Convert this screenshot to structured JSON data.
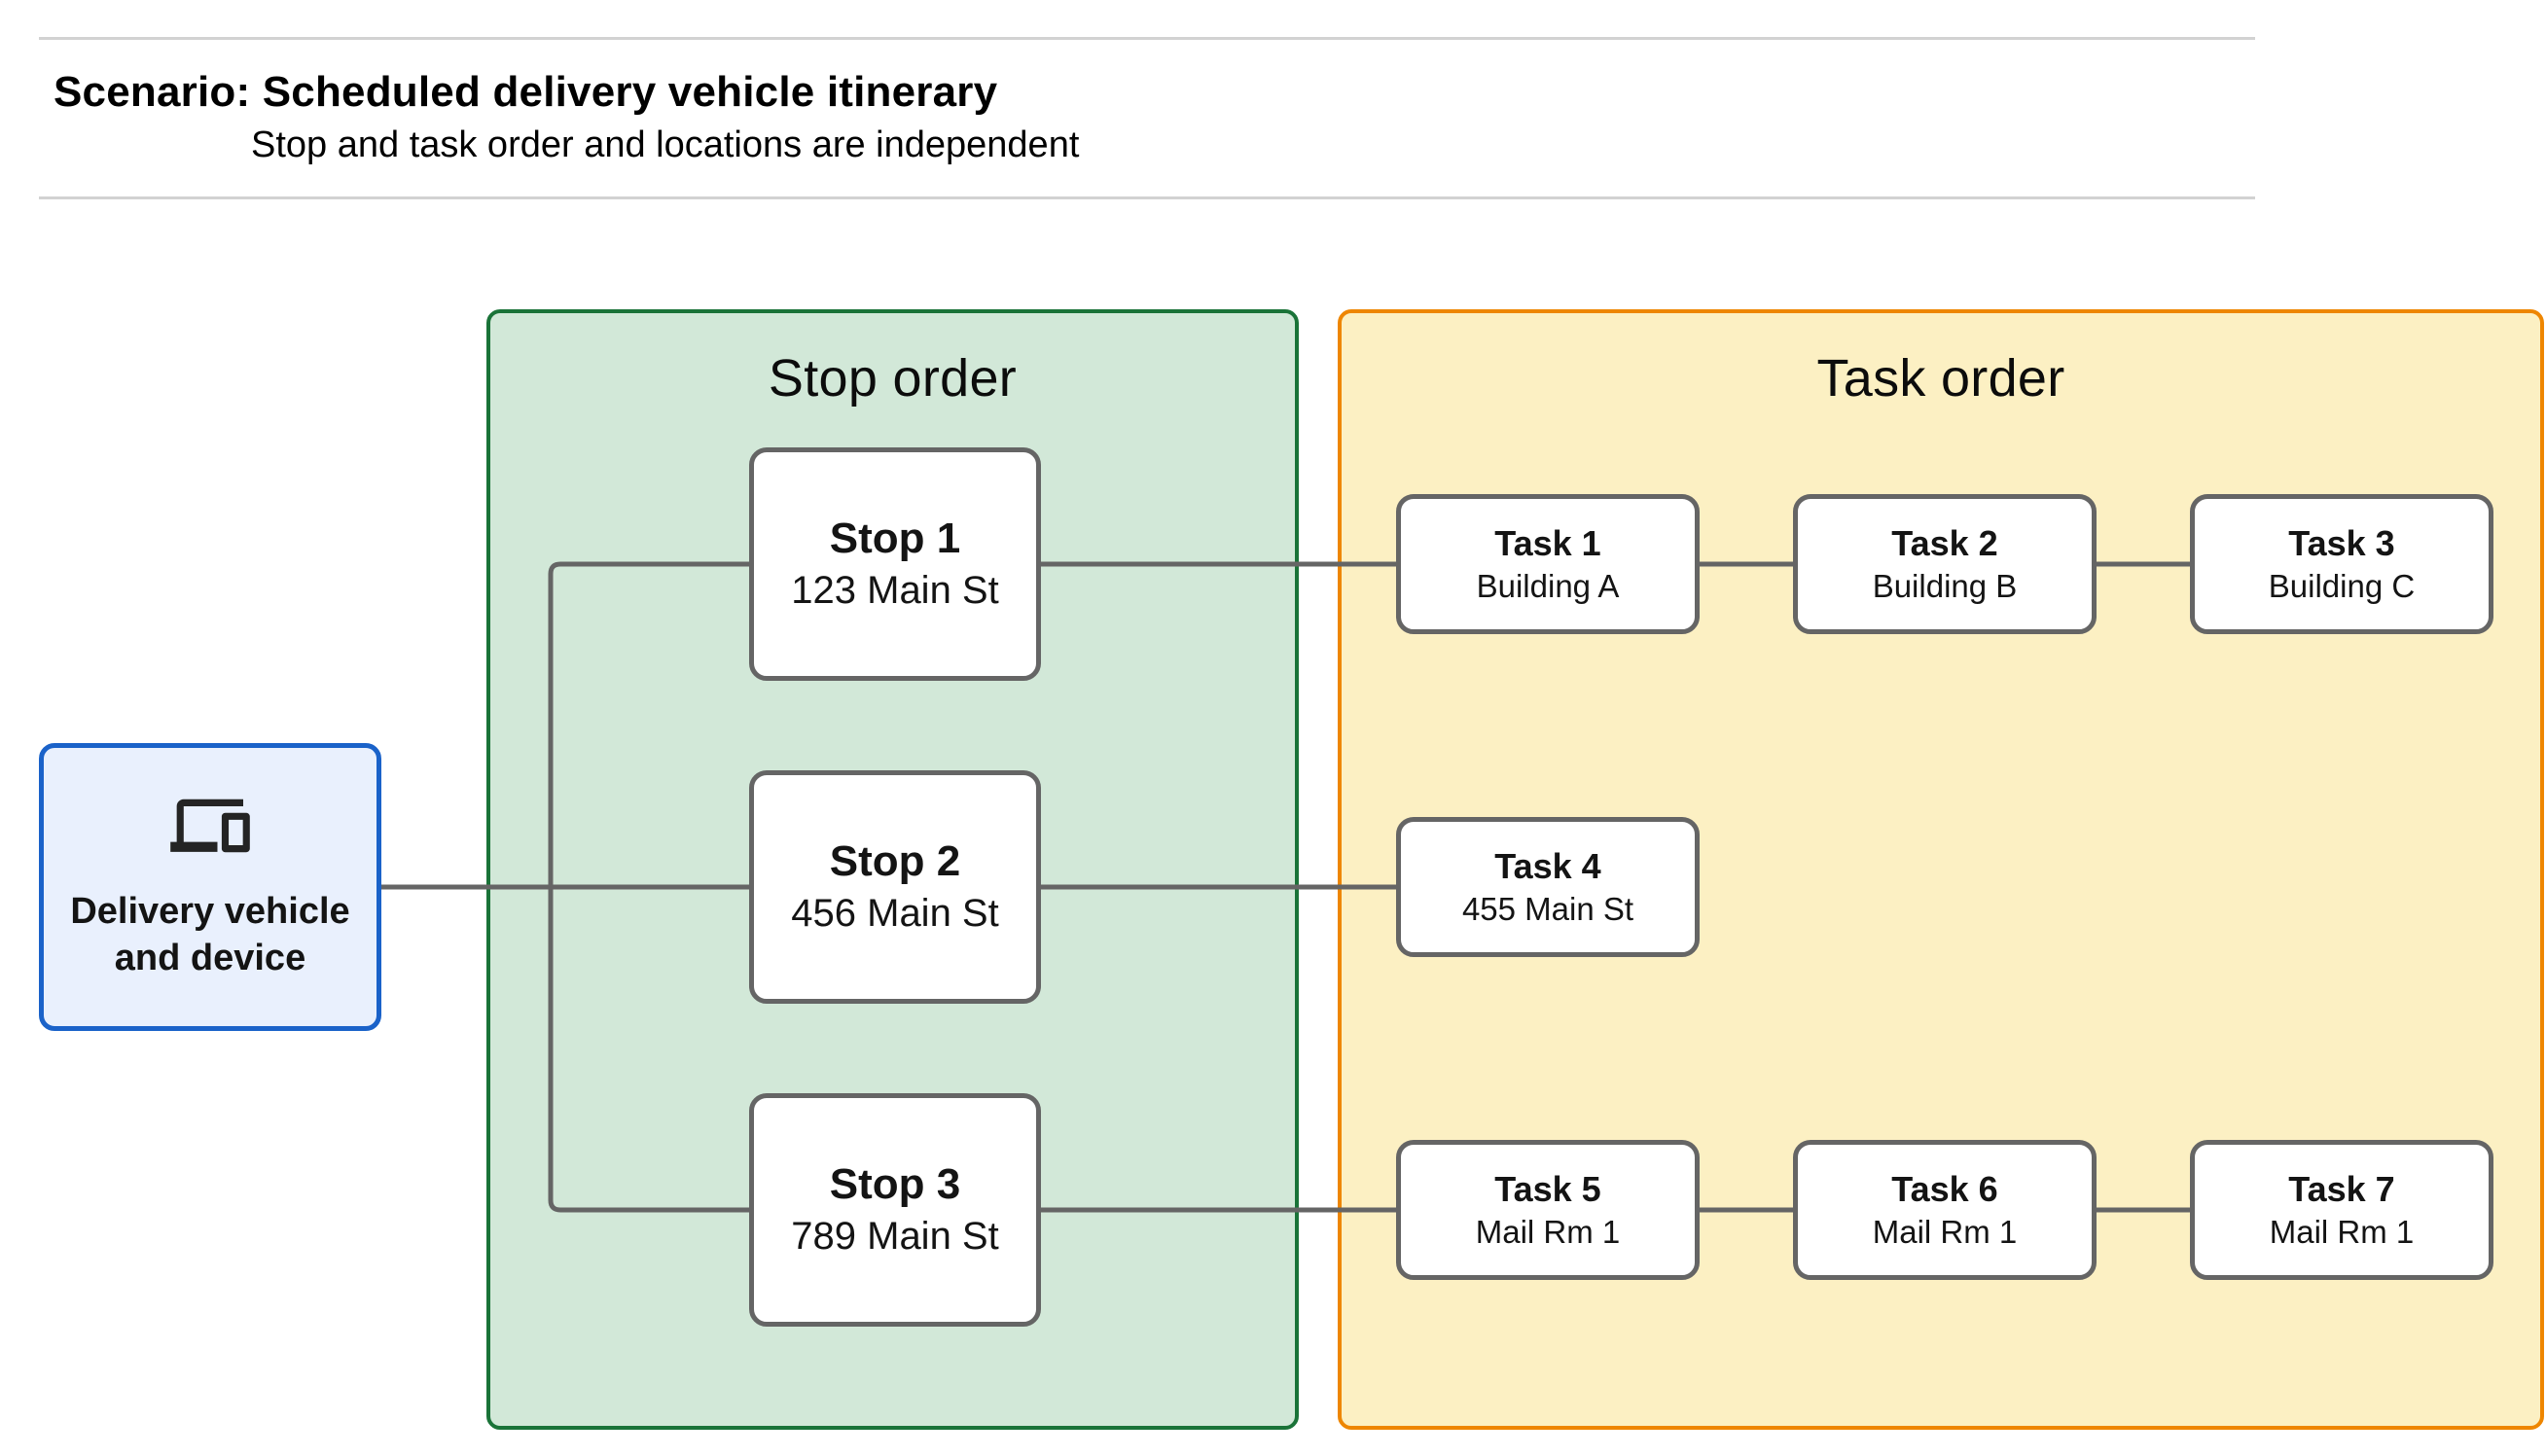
{
  "header": {
    "title": "Scenario: Scheduled delivery vehicle itinerary",
    "subtitle": "Stop and task order and locations are independent"
  },
  "vehicle_node": {
    "icon": "devices-icon",
    "label_line1": "Delivery vehicle",
    "label_line2": "and device"
  },
  "stop_group": {
    "label": "Stop order",
    "stops": [
      {
        "title": "Stop 1",
        "location": "123 Main St"
      },
      {
        "title": "Stop 2",
        "location": "456 Main St"
      },
      {
        "title": "Stop 3",
        "location": "789 Main St"
      }
    ]
  },
  "task_group": {
    "label": "Task order",
    "tasks": [
      {
        "title": "Task 1",
        "location": "Building A"
      },
      {
        "title": "Task 2",
        "location": "Building B"
      },
      {
        "title": "Task 3",
        "location": "Building C"
      },
      {
        "title": "Task 4",
        "location": "455 Main St"
      },
      {
        "title": "Task 5",
        "location": "Mail Rm 1"
      },
      {
        "title": "Task 6",
        "location": "Mail Rm 1"
      },
      {
        "title": "Task 7",
        "location": "Mail Rm 1"
      }
    ]
  },
  "colors": {
    "stop_group_fill": "#D2E8D8",
    "stop_group_border": "#1A7338",
    "task_group_fill": "#FCF0C3",
    "task_group_border": "#EE8600",
    "vehicle_fill": "#E9F0FD",
    "vehicle_border": "#1A62C9",
    "node_border": "#656565",
    "connector": "#656565",
    "rule": "#D2D2D2"
  }
}
